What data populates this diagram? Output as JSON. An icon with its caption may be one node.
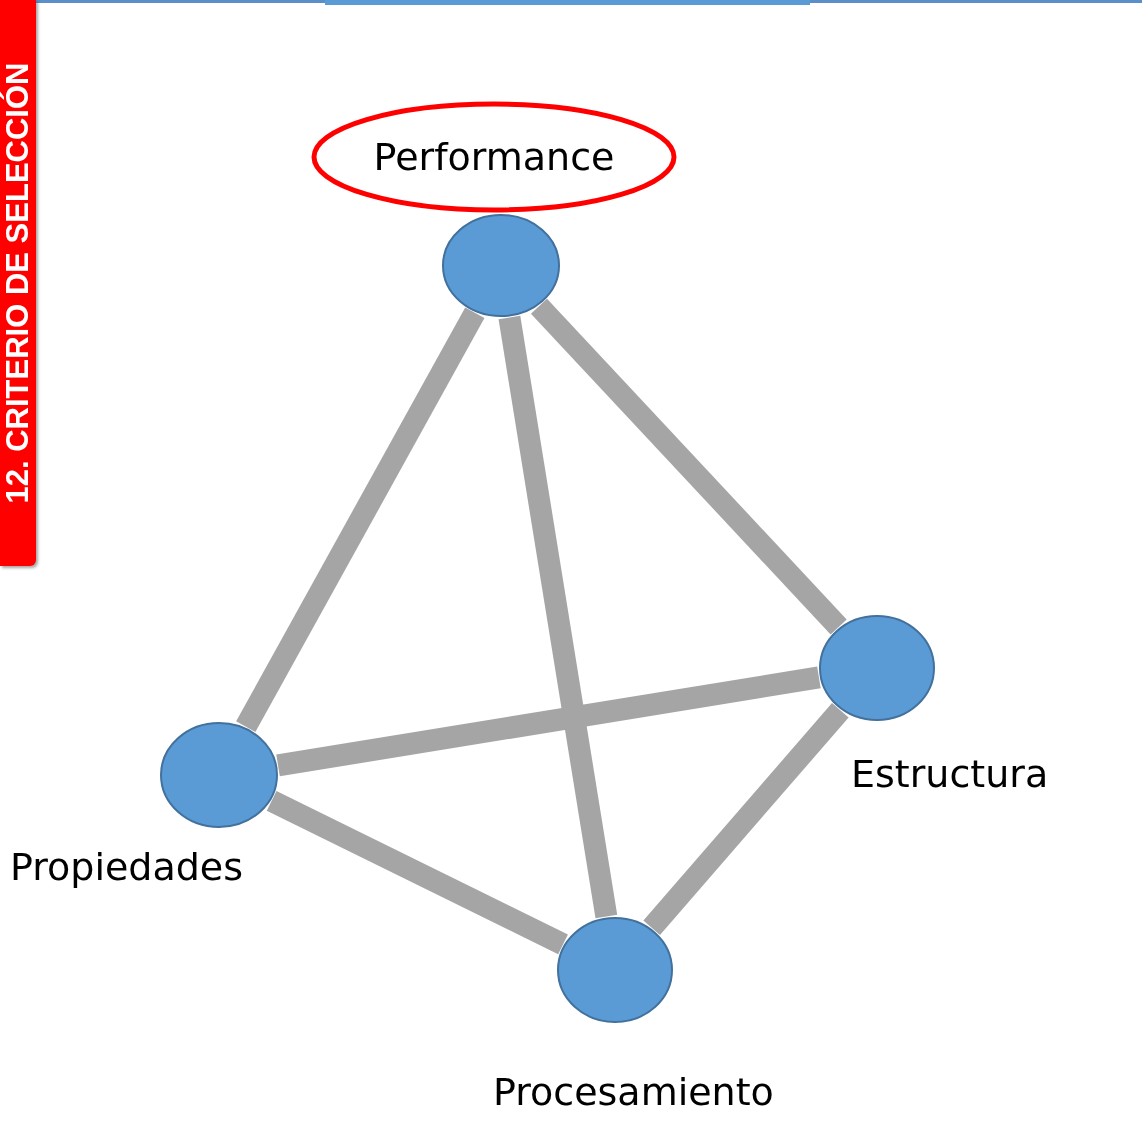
{
  "diagram": {
    "nodes": [
      {
        "text": [
          "Performance"
        ]
      },
      {
        "text": [],
        "shape": "circle"
      },
      {
        "text": [],
        "shape": "circle",
        "beside": [
          "Estructura"
        ]
      },
      {
        "text": [],
        "shape": "circle",
        "beside": [
          "Propiedades"
        ]
      },
      {
        "text": [],
        "shape": "circle",
        "beside": [
          "Procesamiento"
        ]
      }
    ],
    "edges": [
      {
        "from": 1,
        "to": 3,
        "arrow": "none"
      },
      {
        "from": 1,
        "to": 4,
        "arrow": "none"
      },
      {
        "from": 1,
        "to": 2,
        "arrow": "none"
      },
      {
        "from": 3,
        "to": 2,
        "arrow": "none"
      },
      {
        "from": 3,
        "to": 4,
        "arrow": "none"
      },
      {
        "from": 2,
        "to": 4,
        "arrow": "none"
      }
    ],
    "labels": [
      "12. CRITERIO DE SELECCIÓN"
    ]
  }
}
